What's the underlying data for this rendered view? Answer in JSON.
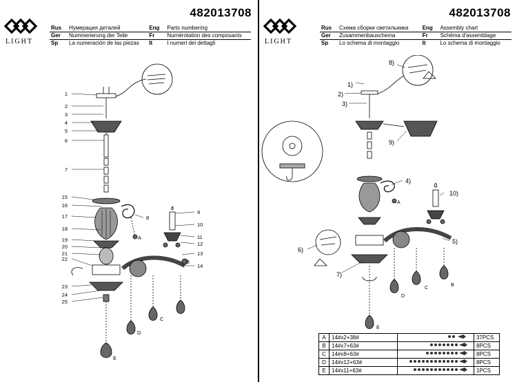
{
  "left": {
    "logo_text": "LIGHT",
    "doc_number": "482013708",
    "header": [
      {
        "code": "Rus",
        "text": "Нумерация деталей",
        "code2": "Eng",
        "text2": "Parts numbering"
      },
      {
        "code": "Ger",
        "text": "Nummerierung der Teile",
        "code2": "Fr",
        "text2": "Numérotation des composants"
      },
      {
        "code": "Sp",
        "text": "La numeración de las piezas",
        "code2": "It",
        "text2": "I numeri dei dettagli"
      }
    ],
    "callouts": [
      "1",
      "2",
      "3",
      "4",
      "5",
      "6",
      "7",
      "8",
      "9",
      "10",
      "11",
      "12",
      "13",
      "14",
      "15",
      "16",
      "17",
      "18",
      "19",
      "20",
      "21",
      "22",
      "23",
      "24",
      "25"
    ],
    "drop_letters": [
      "A",
      "B",
      "C",
      "D",
      "E"
    ]
  },
  "right": {
    "logo_text": "LIGHT",
    "doc_number": "482013708",
    "header": [
      {
        "code": "Rus",
        "text": "Схема сборки светильника",
        "code2": "Eng",
        "text2": "Assembly chart"
      },
      {
        "code": "Ger",
        "text": "Zusammenbauschema",
        "code2": "Fr",
        "text2": "Schéma d'assemblage"
      },
      {
        "code": "Sp",
        "text": "Lo schema di montaggio",
        "code2": "It",
        "text2": "Lo schema di montaggio"
      }
    ],
    "steps": [
      "1)",
      "2)",
      "3)",
      "4)",
      "5)",
      "6)",
      "7)",
      "8)",
      "9)",
      "10)"
    ],
    "step_letters": [
      "A",
      "B",
      "C",
      "D",
      "E"
    ],
    "parts_table": [
      {
        "letter": "A",
        "spec": "14#x2+38#",
        "qty": "37PCS"
      },
      {
        "letter": "B",
        "spec": "14#x7+63#",
        "qty": "8PCS"
      },
      {
        "letter": "C",
        "spec": "14#x8+63#",
        "qty": "8PCS"
      },
      {
        "letter": "D",
        "spec": "14#x12+63#",
        "qty": "8PCS"
      },
      {
        "letter": "E",
        "spec": "14#x11+63#",
        "qty": "1PCS"
      }
    ]
  }
}
